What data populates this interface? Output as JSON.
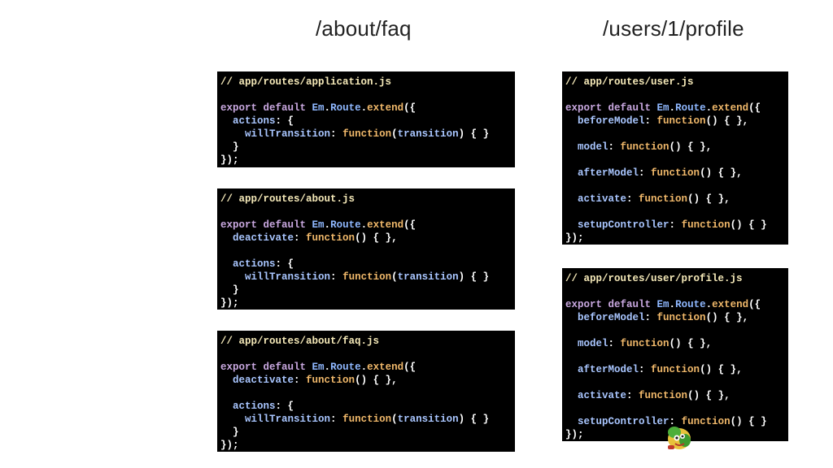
{
  "headings": {
    "left": "/about/faq",
    "right": "/users/1/profile"
  },
  "code_blocks": [
    {
      "id": "application",
      "lines": [
        [
          [
            "c-comment",
            "// app/routes/application.js"
          ]
        ],
        [],
        [
          [
            "c-kw",
            "export default "
          ],
          [
            "c-name",
            "Em"
          ],
          [
            "c-punc",
            "."
          ],
          [
            "c-name",
            "Route"
          ],
          [
            "c-punc",
            "."
          ],
          [
            "c-func",
            "extend"
          ],
          [
            "c-punc",
            "({"
          ]
        ],
        [
          [
            "c-punc",
            "  "
          ],
          [
            "c-key",
            "actions"
          ],
          [
            "c-punc",
            ": {"
          ]
        ],
        [
          [
            "c-punc",
            "    "
          ],
          [
            "c-key",
            "willTransition"
          ],
          [
            "c-punc",
            ": "
          ],
          [
            "c-func",
            "function"
          ],
          [
            "c-punc",
            "("
          ],
          [
            "c-key",
            "transition"
          ],
          [
            "c-punc",
            ") { }"
          ]
        ],
        [
          [
            "c-punc",
            "  }"
          ]
        ],
        [
          [
            "c-punc",
            "});"
          ]
        ]
      ]
    },
    {
      "id": "about",
      "lines": [
        [
          [
            "c-comment",
            "// app/routes/about.js"
          ]
        ],
        [],
        [
          [
            "c-kw",
            "export default "
          ],
          [
            "c-name",
            "Em"
          ],
          [
            "c-punc",
            "."
          ],
          [
            "c-name",
            "Route"
          ],
          [
            "c-punc",
            "."
          ],
          [
            "c-func",
            "extend"
          ],
          [
            "c-punc",
            "({"
          ]
        ],
        [
          [
            "c-punc",
            "  "
          ],
          [
            "c-key",
            "deactivate"
          ],
          [
            "c-punc",
            ": "
          ],
          [
            "c-func",
            "function"
          ],
          [
            "c-punc",
            "() { },"
          ]
        ],
        [],
        [
          [
            "c-punc",
            "  "
          ],
          [
            "c-key",
            "actions"
          ],
          [
            "c-punc",
            ": {"
          ]
        ],
        [
          [
            "c-punc",
            "    "
          ],
          [
            "c-key",
            "willTransition"
          ],
          [
            "c-punc",
            ": "
          ],
          [
            "c-func",
            "function"
          ],
          [
            "c-punc",
            "("
          ],
          [
            "c-key",
            "transition"
          ],
          [
            "c-punc",
            ") { }"
          ]
        ],
        [
          [
            "c-punc",
            "  }"
          ]
        ],
        [
          [
            "c-punc",
            "});"
          ]
        ]
      ]
    },
    {
      "id": "about-faq",
      "lines": [
        [
          [
            "c-comment",
            "// app/routes/about/faq.js"
          ]
        ],
        [],
        [
          [
            "c-kw",
            "export default "
          ],
          [
            "c-name",
            "Em"
          ],
          [
            "c-punc",
            "."
          ],
          [
            "c-name",
            "Route"
          ],
          [
            "c-punc",
            "."
          ],
          [
            "c-func",
            "extend"
          ],
          [
            "c-punc",
            "({"
          ]
        ],
        [
          [
            "c-punc",
            "  "
          ],
          [
            "c-key",
            "deactivate"
          ],
          [
            "c-punc",
            ": "
          ],
          [
            "c-func",
            "function"
          ],
          [
            "c-punc",
            "() { },"
          ]
        ],
        [],
        [
          [
            "c-punc",
            "  "
          ],
          [
            "c-key",
            "actions"
          ],
          [
            "c-punc",
            ": {"
          ]
        ],
        [
          [
            "c-punc",
            "    "
          ],
          [
            "c-key",
            "willTransition"
          ],
          [
            "c-punc",
            ": "
          ],
          [
            "c-func",
            "function"
          ],
          [
            "c-punc",
            "("
          ],
          [
            "c-key",
            "transition"
          ],
          [
            "c-punc",
            ") { }"
          ]
        ],
        [
          [
            "c-punc",
            "  }"
          ]
        ],
        [
          [
            "c-punc",
            "});"
          ]
        ]
      ]
    },
    {
      "id": "user",
      "lines": [
        [
          [
            "c-comment",
            "// app/routes/user.js"
          ]
        ],
        [],
        [
          [
            "c-kw",
            "export default "
          ],
          [
            "c-name",
            "Em"
          ],
          [
            "c-punc",
            "."
          ],
          [
            "c-name",
            "Route"
          ],
          [
            "c-punc",
            "."
          ],
          [
            "c-func",
            "extend"
          ],
          [
            "c-punc",
            "({"
          ]
        ],
        [
          [
            "c-punc",
            "  "
          ],
          [
            "c-key",
            "beforeModel"
          ],
          [
            "c-punc",
            ": "
          ],
          [
            "c-func",
            "function"
          ],
          [
            "c-punc",
            "() { },"
          ]
        ],
        [],
        [
          [
            "c-punc",
            "  "
          ],
          [
            "c-key",
            "model"
          ],
          [
            "c-punc",
            ": "
          ],
          [
            "c-func",
            "function"
          ],
          [
            "c-punc",
            "() { },"
          ]
        ],
        [],
        [
          [
            "c-punc",
            "  "
          ],
          [
            "c-key",
            "afterModel"
          ],
          [
            "c-punc",
            ": "
          ],
          [
            "c-func",
            "function"
          ],
          [
            "c-punc",
            "() { },"
          ]
        ],
        [],
        [
          [
            "c-punc",
            "  "
          ],
          [
            "c-key",
            "activate"
          ],
          [
            "c-punc",
            ": "
          ],
          [
            "c-func",
            "function"
          ],
          [
            "c-punc",
            "() { },"
          ]
        ],
        [],
        [
          [
            "c-punc",
            "  "
          ],
          [
            "c-key",
            "setupController"
          ],
          [
            "c-punc",
            ": "
          ],
          [
            "c-func",
            "function"
          ],
          [
            "c-punc",
            "() { }"
          ]
        ],
        [
          [
            "c-punc",
            "});"
          ]
        ]
      ]
    },
    {
      "id": "user-profile",
      "lines": [
        [
          [
            "c-comment",
            "// app/routes/user/profile.js"
          ]
        ],
        [],
        [
          [
            "c-kw",
            "export default "
          ],
          [
            "c-name",
            "Em"
          ],
          [
            "c-punc",
            "."
          ],
          [
            "c-name",
            "Route"
          ],
          [
            "c-punc",
            "."
          ],
          [
            "c-func",
            "extend"
          ],
          [
            "c-punc",
            "({"
          ]
        ],
        [
          [
            "c-punc",
            "  "
          ],
          [
            "c-key",
            "beforeModel"
          ],
          [
            "c-punc",
            ": "
          ],
          [
            "c-func",
            "function"
          ],
          [
            "c-punc",
            "() { },"
          ]
        ],
        [],
        [
          [
            "c-punc",
            "  "
          ],
          [
            "c-key",
            "model"
          ],
          [
            "c-punc",
            ": "
          ],
          [
            "c-func",
            "function"
          ],
          [
            "c-punc",
            "() { },"
          ]
        ],
        [],
        [
          [
            "c-punc",
            "  "
          ],
          [
            "c-key",
            "afterModel"
          ],
          [
            "c-punc",
            ": "
          ],
          [
            "c-func",
            "function"
          ],
          [
            "c-punc",
            "() { },"
          ]
        ],
        [],
        [
          [
            "c-punc",
            "  "
          ],
          [
            "c-key",
            "activate"
          ],
          [
            "c-punc",
            ": "
          ],
          [
            "c-func",
            "function"
          ],
          [
            "c-punc",
            "() { },"
          ]
        ],
        [],
        [
          [
            "c-punc",
            "  "
          ],
          [
            "c-key",
            "setupController"
          ],
          [
            "c-punc",
            ": "
          ],
          [
            "c-func",
            "function"
          ],
          [
            "c-punc",
            "() { }"
          ]
        ],
        [
          [
            "c-punc",
            "});"
          ]
        ]
      ]
    }
  ],
  "mascot": {
    "icon": "tomster-mascot-icon"
  }
}
